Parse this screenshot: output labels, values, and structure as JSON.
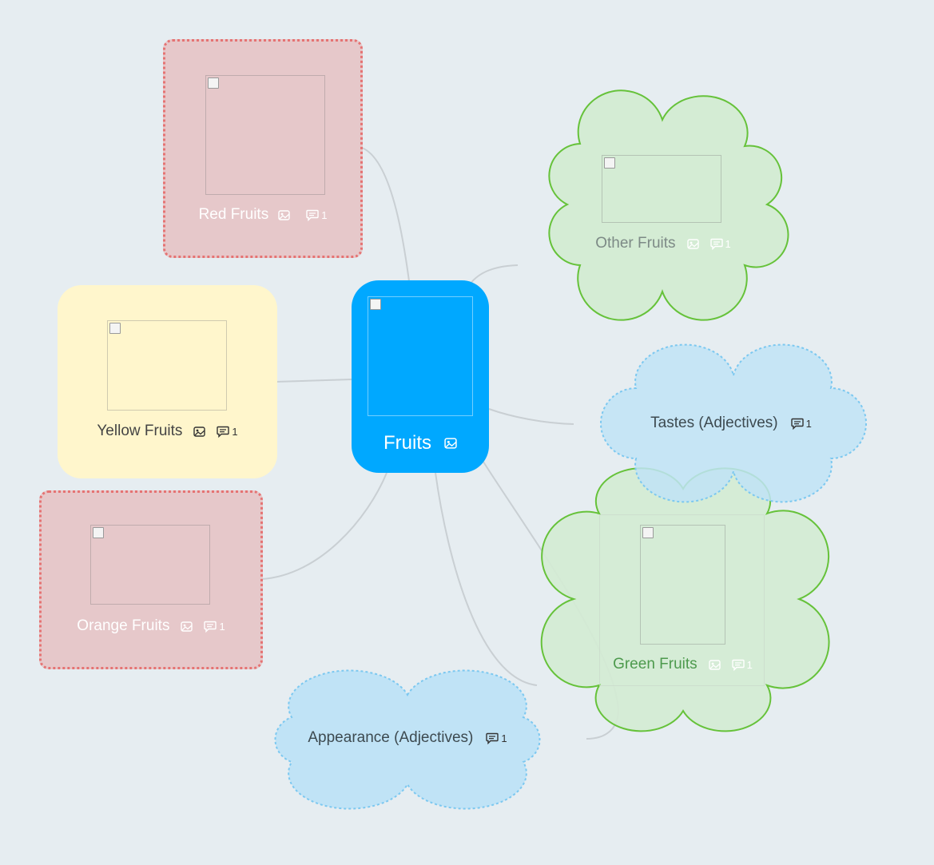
{
  "central": {
    "label": "Fruits",
    "icon": "image-icon"
  },
  "topics": [
    {
      "id": "red",
      "label": "Red Fruits",
      "comment_count": "1"
    },
    {
      "id": "yellow",
      "label": "Yellow Fruits",
      "comment_count": "1"
    },
    {
      "id": "orange",
      "label": "Orange Fruits",
      "comment_count": "1"
    },
    {
      "id": "other",
      "label": "Other Fruits",
      "comment_count": "1"
    },
    {
      "id": "tastes",
      "label": "Tastes (Adjectives)",
      "comment_count": "1"
    },
    {
      "id": "green",
      "label": "Green Fruits",
      "comment_count": "1"
    },
    {
      "id": "appearance",
      "label": "Appearance (Adjectives)",
      "comment_count": "1"
    }
  ],
  "colors": {
    "background": "#e6edf1",
    "central_fill": "#00a8ff",
    "red_fill": "#e6c8ca",
    "red_border": "#e57373",
    "yellow_fill": "#fff6cc",
    "green_fill": "#d4ecd4",
    "green_border": "#66c23a",
    "blue_fill": "#c0e3f6",
    "blue_border": "#7cc8f0",
    "connector": "#c9cfd3"
  }
}
